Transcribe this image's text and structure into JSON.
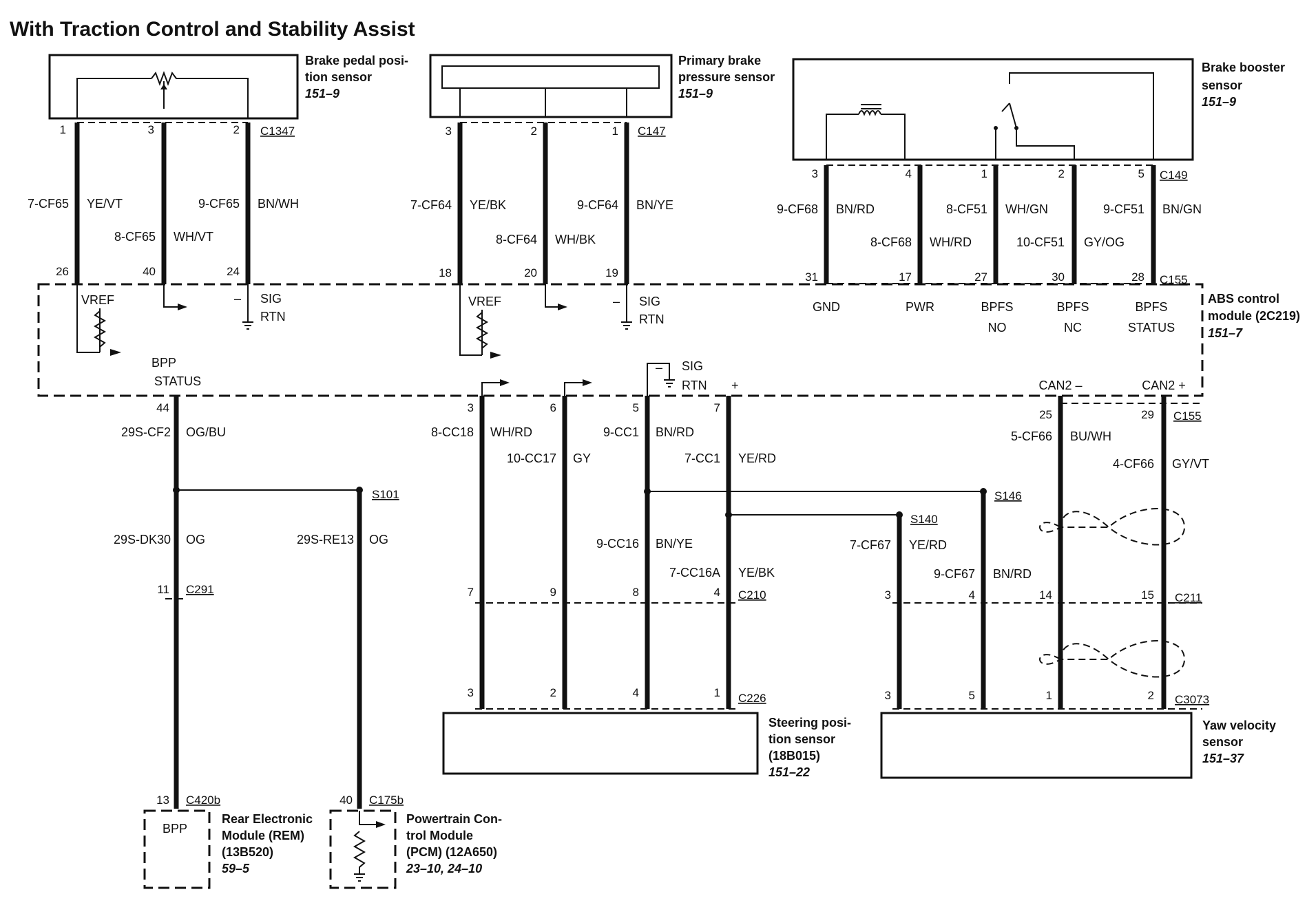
{
  "title": "With Traction Control and Stability Assist",
  "components": {
    "brake_pedal": {
      "name1": "Brake pedal posi-",
      "name2": "tion sensor",
      "ref": "151–9",
      "connector": "C1347"
    },
    "primary_brake": {
      "name1": "Primary brake",
      "name2": "pressure sensor",
      "ref": "151–9",
      "connector": "C147"
    },
    "brake_booster": {
      "name1": "Brake booster",
      "name2": "sensor",
      "ref": "151–9",
      "connector": "C149"
    },
    "abs": {
      "name1": "ABS control",
      "name2": "module (2C219)",
      "ref": "151–7",
      "connector": "C155",
      "connector_bottom": "C155"
    },
    "steering": {
      "name1": "Steering posi-",
      "name2": "tion sensor",
      "name3": "(18B015)",
      "ref": "151–22",
      "connector": "C226",
      "inline": "C210"
    },
    "yaw": {
      "name1": "Yaw velocity",
      "name2": "sensor",
      "ref": "151–37",
      "connector": "C3073",
      "inline": "C211"
    },
    "rem": {
      "name1": "Rear Electronic",
      "name2": "Module (REM)",
      "name3": "(13B520)",
      "ref": "59–5",
      "connector": "C420b",
      "inner": "BPP",
      "inline": "C291"
    },
    "pcm": {
      "name1": "Powertrain Con-",
      "name2": "trol Module",
      "name3": "(PCM) (12A650)",
      "ref": "23–10, 24–10",
      "connector": "C175b"
    }
  },
  "splices": {
    "s101": "S101",
    "s146": "S146",
    "s140": "S140"
  },
  "abs_terms": {
    "vref1": "VREF",
    "sig1": "SIG",
    "rtn1": "RTN",
    "minus1": "–",
    "vref2": "VREF",
    "sig2": "SIG",
    "rtn2": "RTN",
    "minus2": "–",
    "gnd": "GND",
    "pwr": "PWR",
    "bpfs1": "BPFS",
    "no": "NO",
    "bpfs2": "BPFS",
    "nc": "NC",
    "bpfs3": "BPFS",
    "status": "STATUS",
    "bpp": "BPP",
    "bppstatus": "STATUS",
    "sig3": "SIG",
    "rtn3": "RTN",
    "minus3": "–",
    "plus3": "+",
    "can2m": "CAN2 –",
    "can2p": "CAN2 +"
  },
  "wires": {
    "w7cf65": {
      "circuit": "7-CF65",
      "color": "YE/VT",
      "top": "1",
      "bottom": "26"
    },
    "w8cf65": {
      "circuit": "8-CF65",
      "color": "WH/VT",
      "top": "3",
      "bottom": "40"
    },
    "w9cf65": {
      "circuit": "9-CF65",
      "color": "BN/WH",
      "top": "2",
      "bottom": "24"
    },
    "w7cf64": {
      "circuit": "7-CF64",
      "color": "YE/BK",
      "top": "3",
      "bottom": "18"
    },
    "w8cf64": {
      "circuit": "8-CF64",
      "color": "WH/BK",
      "top": "2",
      "bottom": "20"
    },
    "w9cf64": {
      "circuit": "9-CF64",
      "color": "BN/YE",
      "top": "1",
      "bottom": "19"
    },
    "w9cf68": {
      "circuit": "9-CF68",
      "color": "BN/RD",
      "top": "3",
      "bottom": "31"
    },
    "w8cf68": {
      "circuit": "8-CF68",
      "color": "WH/RD",
      "top": "4",
      "bottom": "17"
    },
    "w8cf51": {
      "circuit": "8-CF51",
      "color": "WH/GN",
      "top": "1",
      "bottom": "27"
    },
    "w10cf51": {
      "circuit": "10-CF51",
      "color": "GY/OG",
      "top": "2",
      "bottom": "30"
    },
    "w9cf51": {
      "circuit": "9-CF51",
      "color": "BN/GN",
      "top": "5",
      "bottom": "28"
    },
    "w29scf2": {
      "circuit": "29S-CF2",
      "color": "OG/BU",
      "top": "44"
    },
    "w29sdk30": {
      "circuit": "29S-DK30",
      "color": "OG",
      "pin": "11",
      "end": "13"
    },
    "w29sre13": {
      "circuit": "29S-RE13",
      "color": "OG",
      "end": "40"
    },
    "w8cc18": {
      "circuit": "8-CC18",
      "color": "WH/RD",
      "top": "3",
      "mid": "7",
      "bottom": "3"
    },
    "w10cc17": {
      "circuit": "10-CC17",
      "color": "GY",
      "top": "6",
      "mid": "9",
      "bottom": "2"
    },
    "w9cc1": {
      "circuit": "9-CC1",
      "color": "BN/RD",
      "top": "5"
    },
    "w9cc16": {
      "circuit": "9-CC16",
      "color": "BN/YE",
      "mid": "8",
      "bottom": "4"
    },
    "w7cc1": {
      "circuit": "7-CC1",
      "color": "YE/RD",
      "top": "7"
    },
    "w7cc16a": {
      "circuit": "7-CC16A",
      "color": "YE/BK",
      "mid": "4",
      "bottom": "1"
    },
    "w7cf67": {
      "circuit": "7-CF67",
      "color": "YE/RD",
      "mid": "3",
      "bottom": "3"
    },
    "w9cf67": {
      "circuit": "9-CF67",
      "color": "BN/RD",
      "mid": "4",
      "bottom": "5"
    },
    "w5cf66": {
      "circuit": "5-CF66",
      "color": "BU/WH",
      "top": "25",
      "mid": "14",
      "bottom": "1"
    },
    "w4cf66": {
      "circuit": "4-CF66",
      "color": "GY/VT",
      "top": "29",
      "mid": "15",
      "bottom": "2"
    }
  }
}
